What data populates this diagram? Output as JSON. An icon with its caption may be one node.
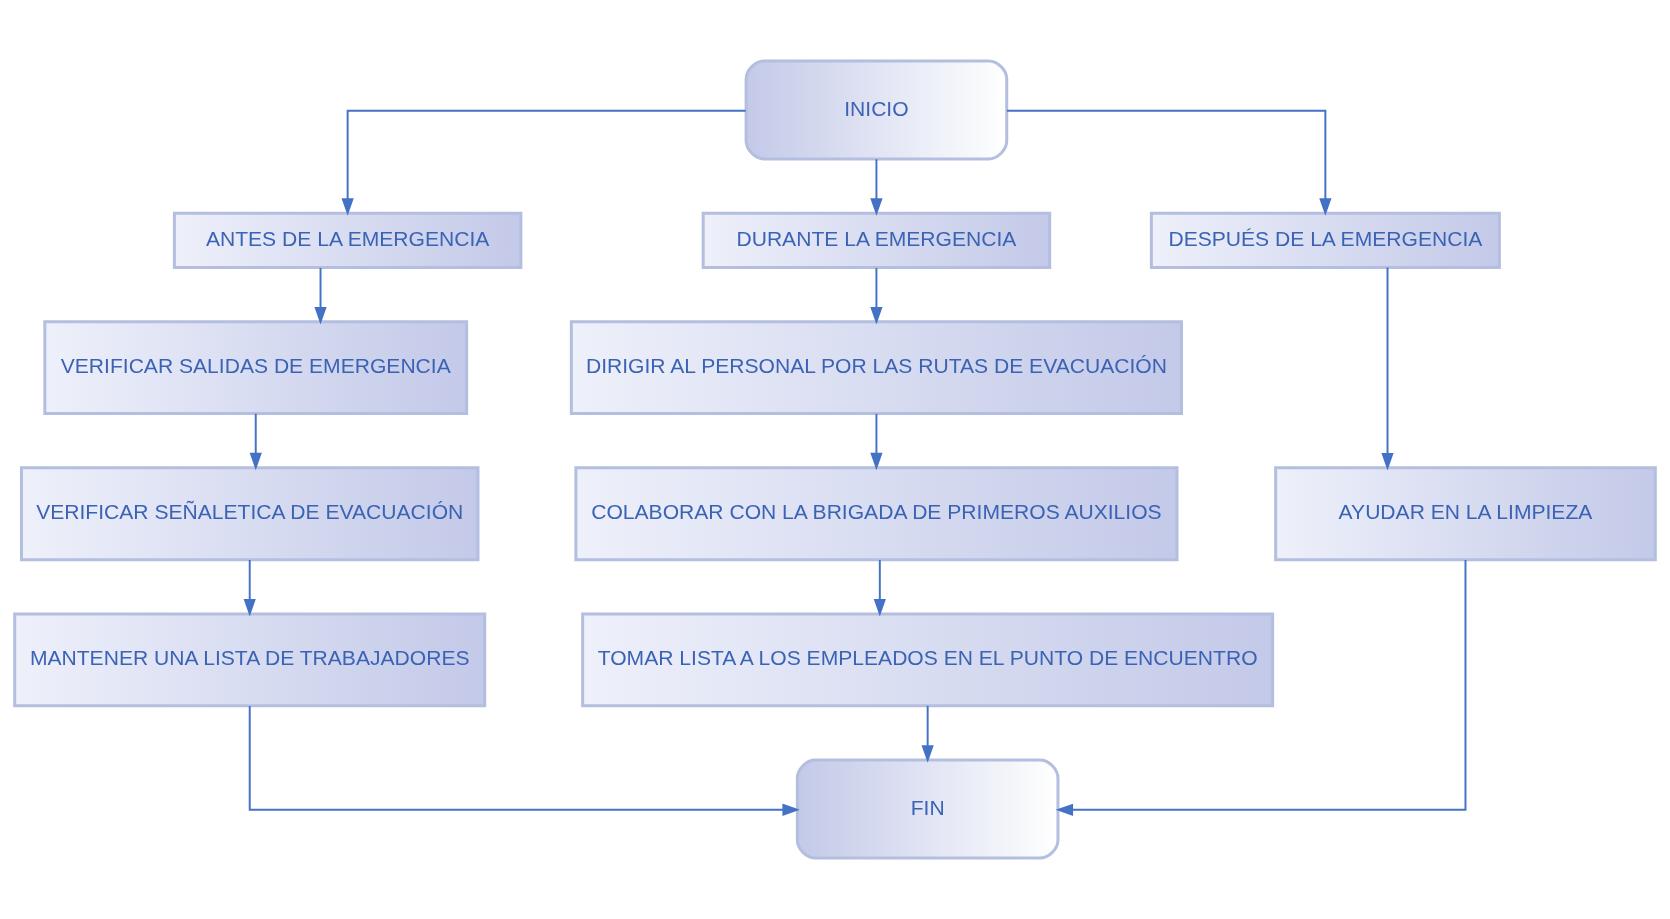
{
  "diagram": {
    "nodes": [
      {
        "text": [
          "INICIO"
        ]
      },
      {
        "text": [
          "ANTES DE LA EMERGENCIA"
        ]
      },
      {
        "text": [
          "DURANTE LA EMERGENCIA"
        ]
      },
      {
        "text": [
          "DESPUÉS DE LA EMERGENCIA"
        ]
      },
      {
        "text": [
          "VERIFICAR SALIDAS DE EMERGENCIA"
        ]
      },
      {
        "text": [
          "DIRIGIR AL PERSONAL POR LAS RUTAS DE EVACUACIÓN"
        ]
      },
      {
        "text": [
          "AYUDAR EN LA LIMPIEZA"
        ]
      },
      {
        "text": [
          "VERIFICAR SEÑALETICA DE EVACUACIÓN"
        ]
      },
      {
        "text": [
          "COLABORAR CON LA BRIGADA DE PRIMEROS AUXILIOS"
        ]
      },
      {
        "text": [
          "MANTENER UNA LISTA DE TRABAJADORES"
        ]
      },
      {
        "text": [
          "TOMAR LISTA A LOS EMPLEADOS EN EL PUNTO DE ENCUENTRO"
        ]
      },
      {
        "text": [
          "FIN"
        ]
      }
    ],
    "edges": [
      {
        "from": 0,
        "to": 1,
        "arrow": "to"
      },
      {
        "from": 0,
        "to": 2,
        "arrow": "to"
      },
      {
        "from": 0,
        "to": 3,
        "arrow": "to"
      },
      {
        "from": 1,
        "to": 4,
        "arrow": "to"
      },
      {
        "from": 4,
        "to": 7,
        "arrow": "to"
      },
      {
        "from": 7,
        "to": 9,
        "arrow": "to"
      },
      {
        "from": 2,
        "to": 5,
        "arrow": "to"
      },
      {
        "from": 5,
        "to": 8,
        "arrow": "to"
      },
      {
        "from": 8,
        "to": 10,
        "arrow": "to"
      },
      {
        "from": 3,
        "to": 6,
        "arrow": "to"
      },
      {
        "from": 9,
        "to": 11,
        "arrow": "to"
      },
      {
        "from": 10,
        "to": 11,
        "arrow": "to"
      },
      {
        "from": 6,
        "to": 11,
        "arrow": "to"
      }
    ]
  }
}
